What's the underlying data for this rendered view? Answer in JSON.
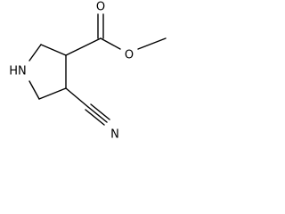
{
  "molecule": {
    "atoms": {
      "nh": "HN",
      "n_nitrile": "N",
      "o_carbonyl": "O",
      "o_ester": "O"
    },
    "colors": {
      "ink": "#000000",
      "background": "#ffffff"
    }
  }
}
